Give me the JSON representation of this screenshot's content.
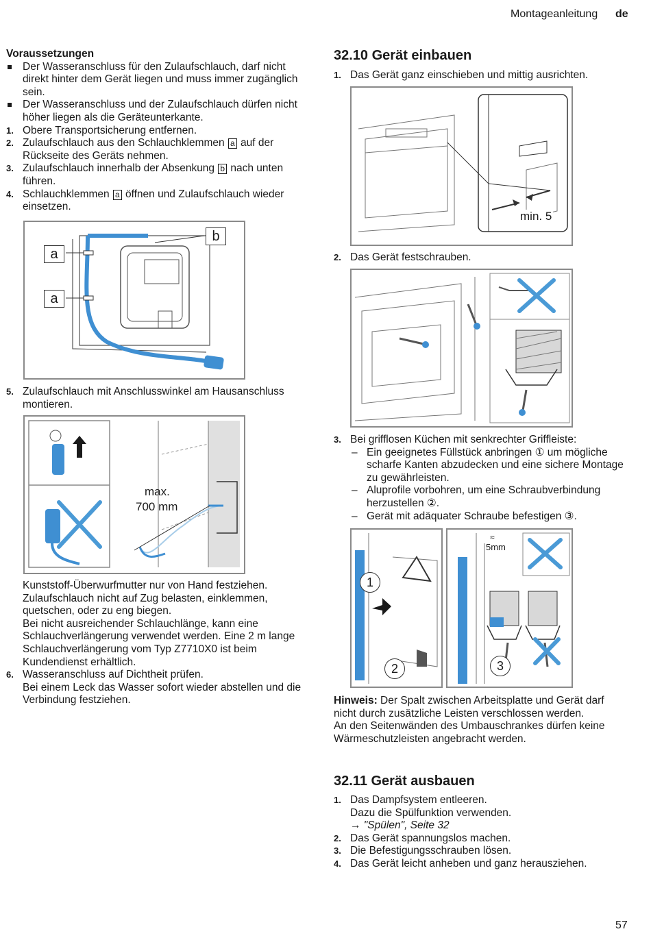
{
  "header": {
    "title": "Montageanleitung",
    "lang": "de"
  },
  "page_number": "57",
  "left": {
    "prereq_heading": "Voraussetzungen",
    "bullets": [
      "Der Wasseranschluss für den Zulaufschlauch, darf nicht direkt hinter dem Gerät liegen und muss immer zugänglich sein.",
      "Der Wasseranschluss und der Zulaufschlauch dürfen nicht höher liegen als die Geräteunterkante."
    ],
    "steps": [
      {
        "num": "1.",
        "a": "Obere Transportsicherung entfernen."
      },
      {
        "num": "2.",
        "a": "Zulaufschlauch aus den Schlauchklemmen ",
        "ref": "a",
        "b": " auf der Rückseite des Geräts nehmen."
      },
      {
        "num": "3.",
        "a": "Zulaufschlauch innerhalb der Absenkung ",
        "ref": "b",
        "b": " nach unten führen."
      },
      {
        "num": "4.",
        "a": "Schlauchklemmen ",
        "ref": "a",
        "b": " öffnen und Zulaufschlauch wieder einsetzen."
      }
    ],
    "fig1_labels": {
      "a1": "a",
      "a2": "a",
      "b": "b"
    },
    "step5": {
      "num": "5.",
      "text": "Zulaufschlauch mit Anschlusswinkel am Hausanschluss montieren."
    },
    "fig2_labels": {
      "max": "max.",
      "dist": "700 mm"
    },
    "notes": [
      "Kunststoff-Überwurfmutter nur von Hand festziehen.",
      "Zulaufschlauch nicht auf Zug belasten, einklemmen, quetschen, oder zu eng biegen.",
      "Bei nicht ausreichender Schlauchlänge, kann eine Schlauchverlängerung verwendet werden. Eine 2 m lange Schlauchverlängerung vom Typ Z7710X0 ist beim Kundendienst erhältlich."
    ],
    "step6": {
      "num": "6.",
      "text": "Wasseranschluss auf Dichtheit prüfen.",
      "sub": "Bei einem Leck das Wasser sofort wieder abstellen und die Verbindung festziehen."
    }
  },
  "right": {
    "section1": {
      "heading": "32.10  Gerät einbauen"
    },
    "step1": {
      "num": "1.",
      "text": "Das Gerät ganz einschieben und mittig ausrichten."
    },
    "fig_min": {
      "label": "min. 5"
    },
    "step2": {
      "num": "2.",
      "text": "Das Gerät festschrauben."
    },
    "step3": {
      "num": "3.",
      "text": "Bei grifflosen Küchen mit senkrechter Griffleiste:",
      "dashes": [
        "Ein geeignetes Füllstück anbringen ① um mögliche scharfe Kanten abzudecken und eine sichere Montage zu gewährleisten.",
        "Aluprofile vorbohren, um eine Schraubverbindung herzustellen ②.",
        "Gerät mit adäquater Schraube befestigen ③."
      ]
    },
    "fig_profile": {
      "n1": "1",
      "n2": "2",
      "n3": "3",
      "dim": "5mm",
      "approx": "≈"
    },
    "hint": {
      "label": "Hinweis:",
      "text": " Der Spalt zwischen Arbeitsplatte und Gerät darf nicht durch zusätzliche Leisten verschlossen werden.",
      "text2": "An den Seitenwänden des Umbauschrankes dürfen keine Wärmeschutzleisten angebracht werden."
    },
    "section2": {
      "heading": "32.11  Gerät ausbauen"
    },
    "remove_steps": [
      {
        "num": "1.",
        "text": "Das Dampfsystem entleeren.",
        "sub": "Dazu die Spülfunktion verwenden.",
        "link": "→ \"Spülen\", Seite 32"
      },
      {
        "num": "2.",
        "text": "Das Gerät spannungslos machen."
      },
      {
        "num": "3.",
        "text": "Die Befestigungsschrauben lösen."
      },
      {
        "num": "4.",
        "text": "Das Gerät leicht anheben und ganz herausziehen."
      }
    ]
  },
  "colors": {
    "hose": "#3f8fd2",
    "cross": "#4a9ad6",
    "frame": "#8a8a8a"
  }
}
